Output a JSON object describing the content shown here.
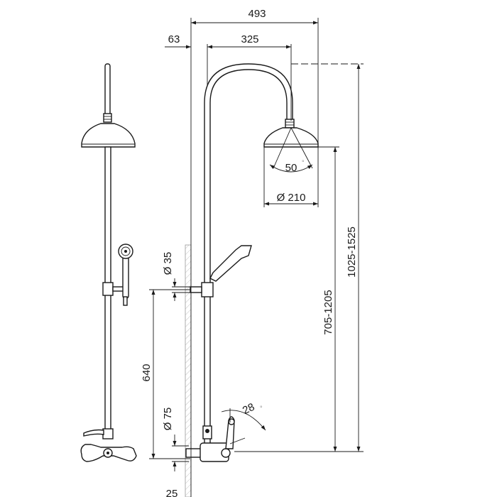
{
  "dimensions": {
    "overall_reach": "493",
    "wall_offset": "63",
    "arm_reach": "325",
    "head_diameter": "Ø 210",
    "spray_angle": "50",
    "connection_diameter": "Ø 35",
    "bar_spacing": "640",
    "flange_diameter": "Ø 75",
    "head_height_range": "705-1205",
    "total_height_range": "1025-1525",
    "handle_angle": "28",
    "bottom_offset": "25",
    "degree_symbol": "°"
  }
}
